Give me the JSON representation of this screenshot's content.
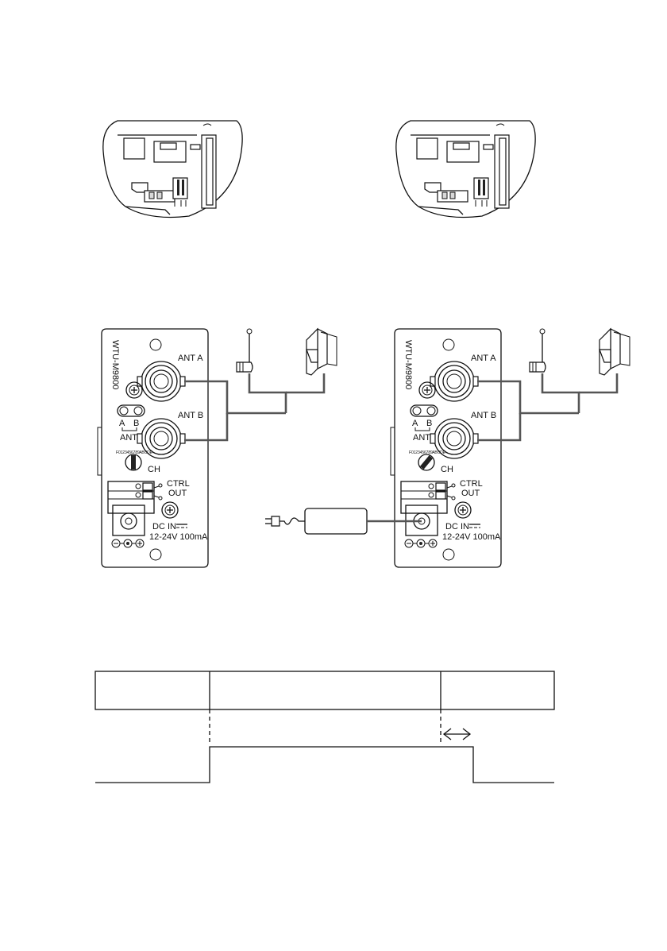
{
  "modules": [
    {
      "model": "WTU-M9800",
      "ant_a_label": "ANT A",
      "ant_b_label": "ANT B",
      "ant_switch_a": "A",
      "ant_switch_b": "B",
      "ant_switch_label": "ANT",
      "ch_label": "CH",
      "dial_chars": "F 0 1 2 3 4 5 6 7 8 9 A B C D E",
      "ctrl_label": "CTRL",
      "out_label": "OUT",
      "dc_in_label": "DC IN",
      "power_spec": "12-24V 100mA"
    },
    {
      "model": "WTU-M9800",
      "ant_a_label": "ANT A",
      "ant_b_label": "ANT B",
      "ant_switch_a": "A",
      "ant_switch_b": "B",
      "ant_switch_label": "ANT",
      "ch_label": "CH",
      "dial_chars": "F 0 1 2 3 4 5 6 7 8 9 A B C D E",
      "ctrl_label": "CTRL",
      "out_label": "OUT",
      "dc_in_label": "DC IN",
      "power_spec": "12-24V 100mA"
    }
  ],
  "icons": {
    "pcb_detail": "circuit-board-closeup-icon",
    "whip_antenna": "whip-antenna-icon",
    "panel_antenna": "flat-panel-antenna-icon",
    "ac_plug": "ac-plug-icon",
    "power_adapter": "ac-adapter-icon"
  },
  "timing": {
    "cells": [
      "",
      "",
      ""
    ]
  }
}
